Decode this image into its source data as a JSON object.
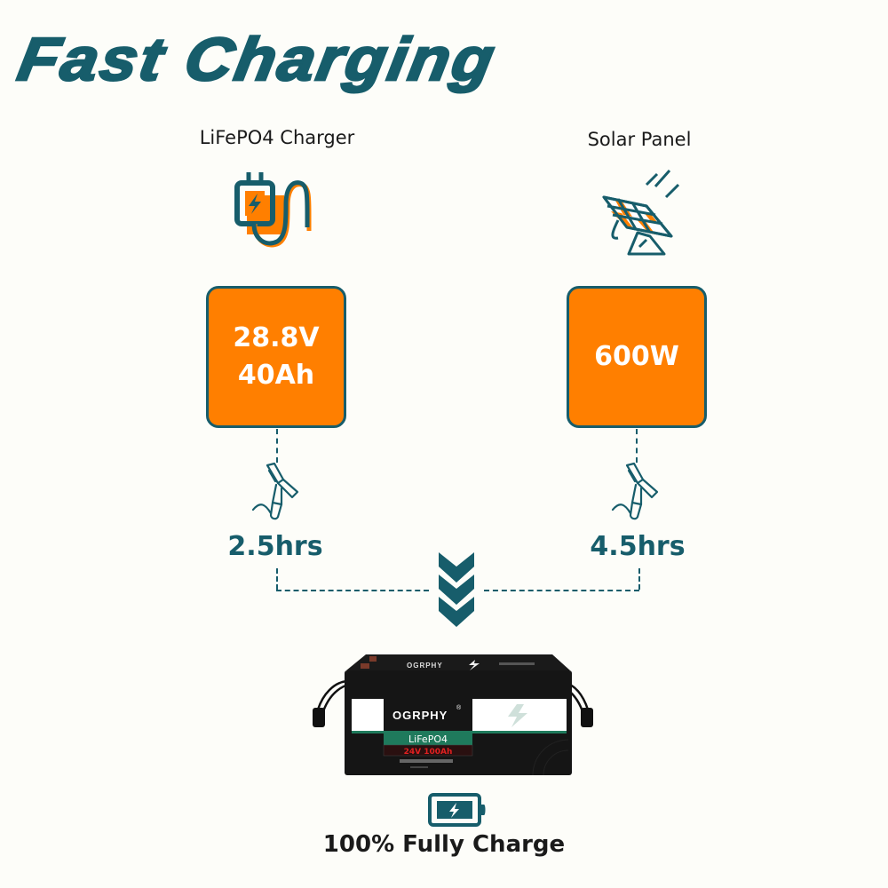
{
  "header": {
    "title": "Fast Charging"
  },
  "sources": [
    {
      "label": "LiFePO4 Charger",
      "icon": "charger-icon",
      "spec_lines": [
        "28.8V",
        "40Ah"
      ],
      "charge_time": "2.5hrs"
    },
    {
      "label": "Solar Panel",
      "icon": "solar-panel-icon",
      "spec_lines": [
        "600W"
      ],
      "charge_time": "4.5hrs"
    }
  ],
  "battery": {
    "brand": "OGRPHY",
    "registered": "®",
    "chemistry": "LiFePO4",
    "rating": "24V 100Ah",
    "icon": "battery-product-image"
  },
  "result": {
    "icon": "battery-charging-icon",
    "label": "100% Fully Charge"
  },
  "colors": {
    "primary": "#175d6b",
    "accent": "#ff7f00",
    "background": "#fdfdf9",
    "battery_green": "#1f7a5c",
    "battery_red": "#e02020"
  }
}
